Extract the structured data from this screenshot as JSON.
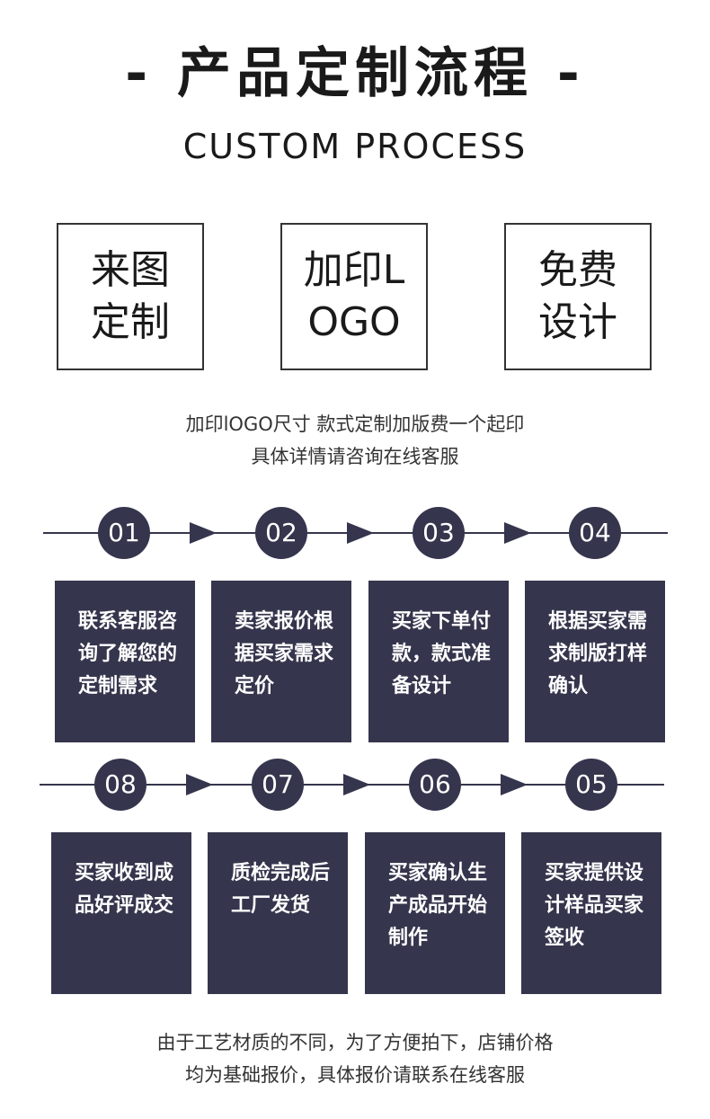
{
  "header": {
    "title": "- 产品定制流程 -",
    "subtitle": "CUSTOM PROCESS"
  },
  "features": [
    {
      "label": "来图定制"
    },
    {
      "label": "加印LOGO"
    },
    {
      "label": "免费设计"
    }
  ],
  "note_top": {
    "line1": "加印lOGO尺寸 款式定制加版费一个起印",
    "line2": "具体详情请咨询在线客服"
  },
  "steps_row1": [
    {
      "num": "01",
      "text": "联系客服咨询了解您的定制需求"
    },
    {
      "num": "02",
      "text": "卖家报价根据买家需求定价"
    },
    {
      "num": "03",
      "text": "买家下单付款，款式准备设计"
    },
    {
      "num": "04",
      "text": "根据买家需求制版打样确认"
    }
  ],
  "steps_row2": [
    {
      "num": "08",
      "text": "买家收到成品好评成交"
    },
    {
      "num": "07",
      "text": "质检完成后工厂发货"
    },
    {
      "num": "06",
      "text": "买家确认生产成品开始制作"
    },
    {
      "num": "05",
      "text": "买家提供设计样品买家签收"
    }
  ],
  "note_bottom": {
    "line1": "由于工艺材质的不同，为了方便拍下，店铺价格",
    "line2": "均为基础报价，具体报价请联系在线客服"
  },
  "colors": {
    "accent": "#35354d",
    "text": "#1a1a1a",
    "background": "#ffffff"
  }
}
